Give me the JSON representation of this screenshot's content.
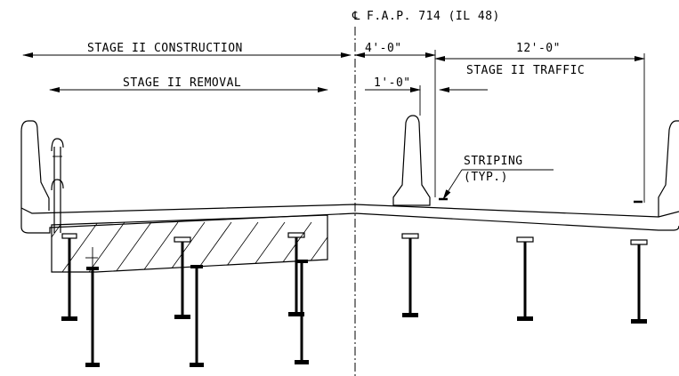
{
  "title": {
    "centerline_symbol": "℄",
    "label": "F.A.P. 714 (IL 48)"
  },
  "dimensions": {
    "stage_construction": "STAGE II CONSTRUCTION",
    "stage_removal": "STAGE II REMOVAL",
    "four_ft": "4'-0\"",
    "one_ft": "1'-0\"",
    "twelve_ft": "12'-0\"",
    "stage_traffic": "STAGE II TRAFFIC"
  },
  "callouts": {
    "striping": "STRIPING",
    "typ": "(TYP.)"
  }
}
